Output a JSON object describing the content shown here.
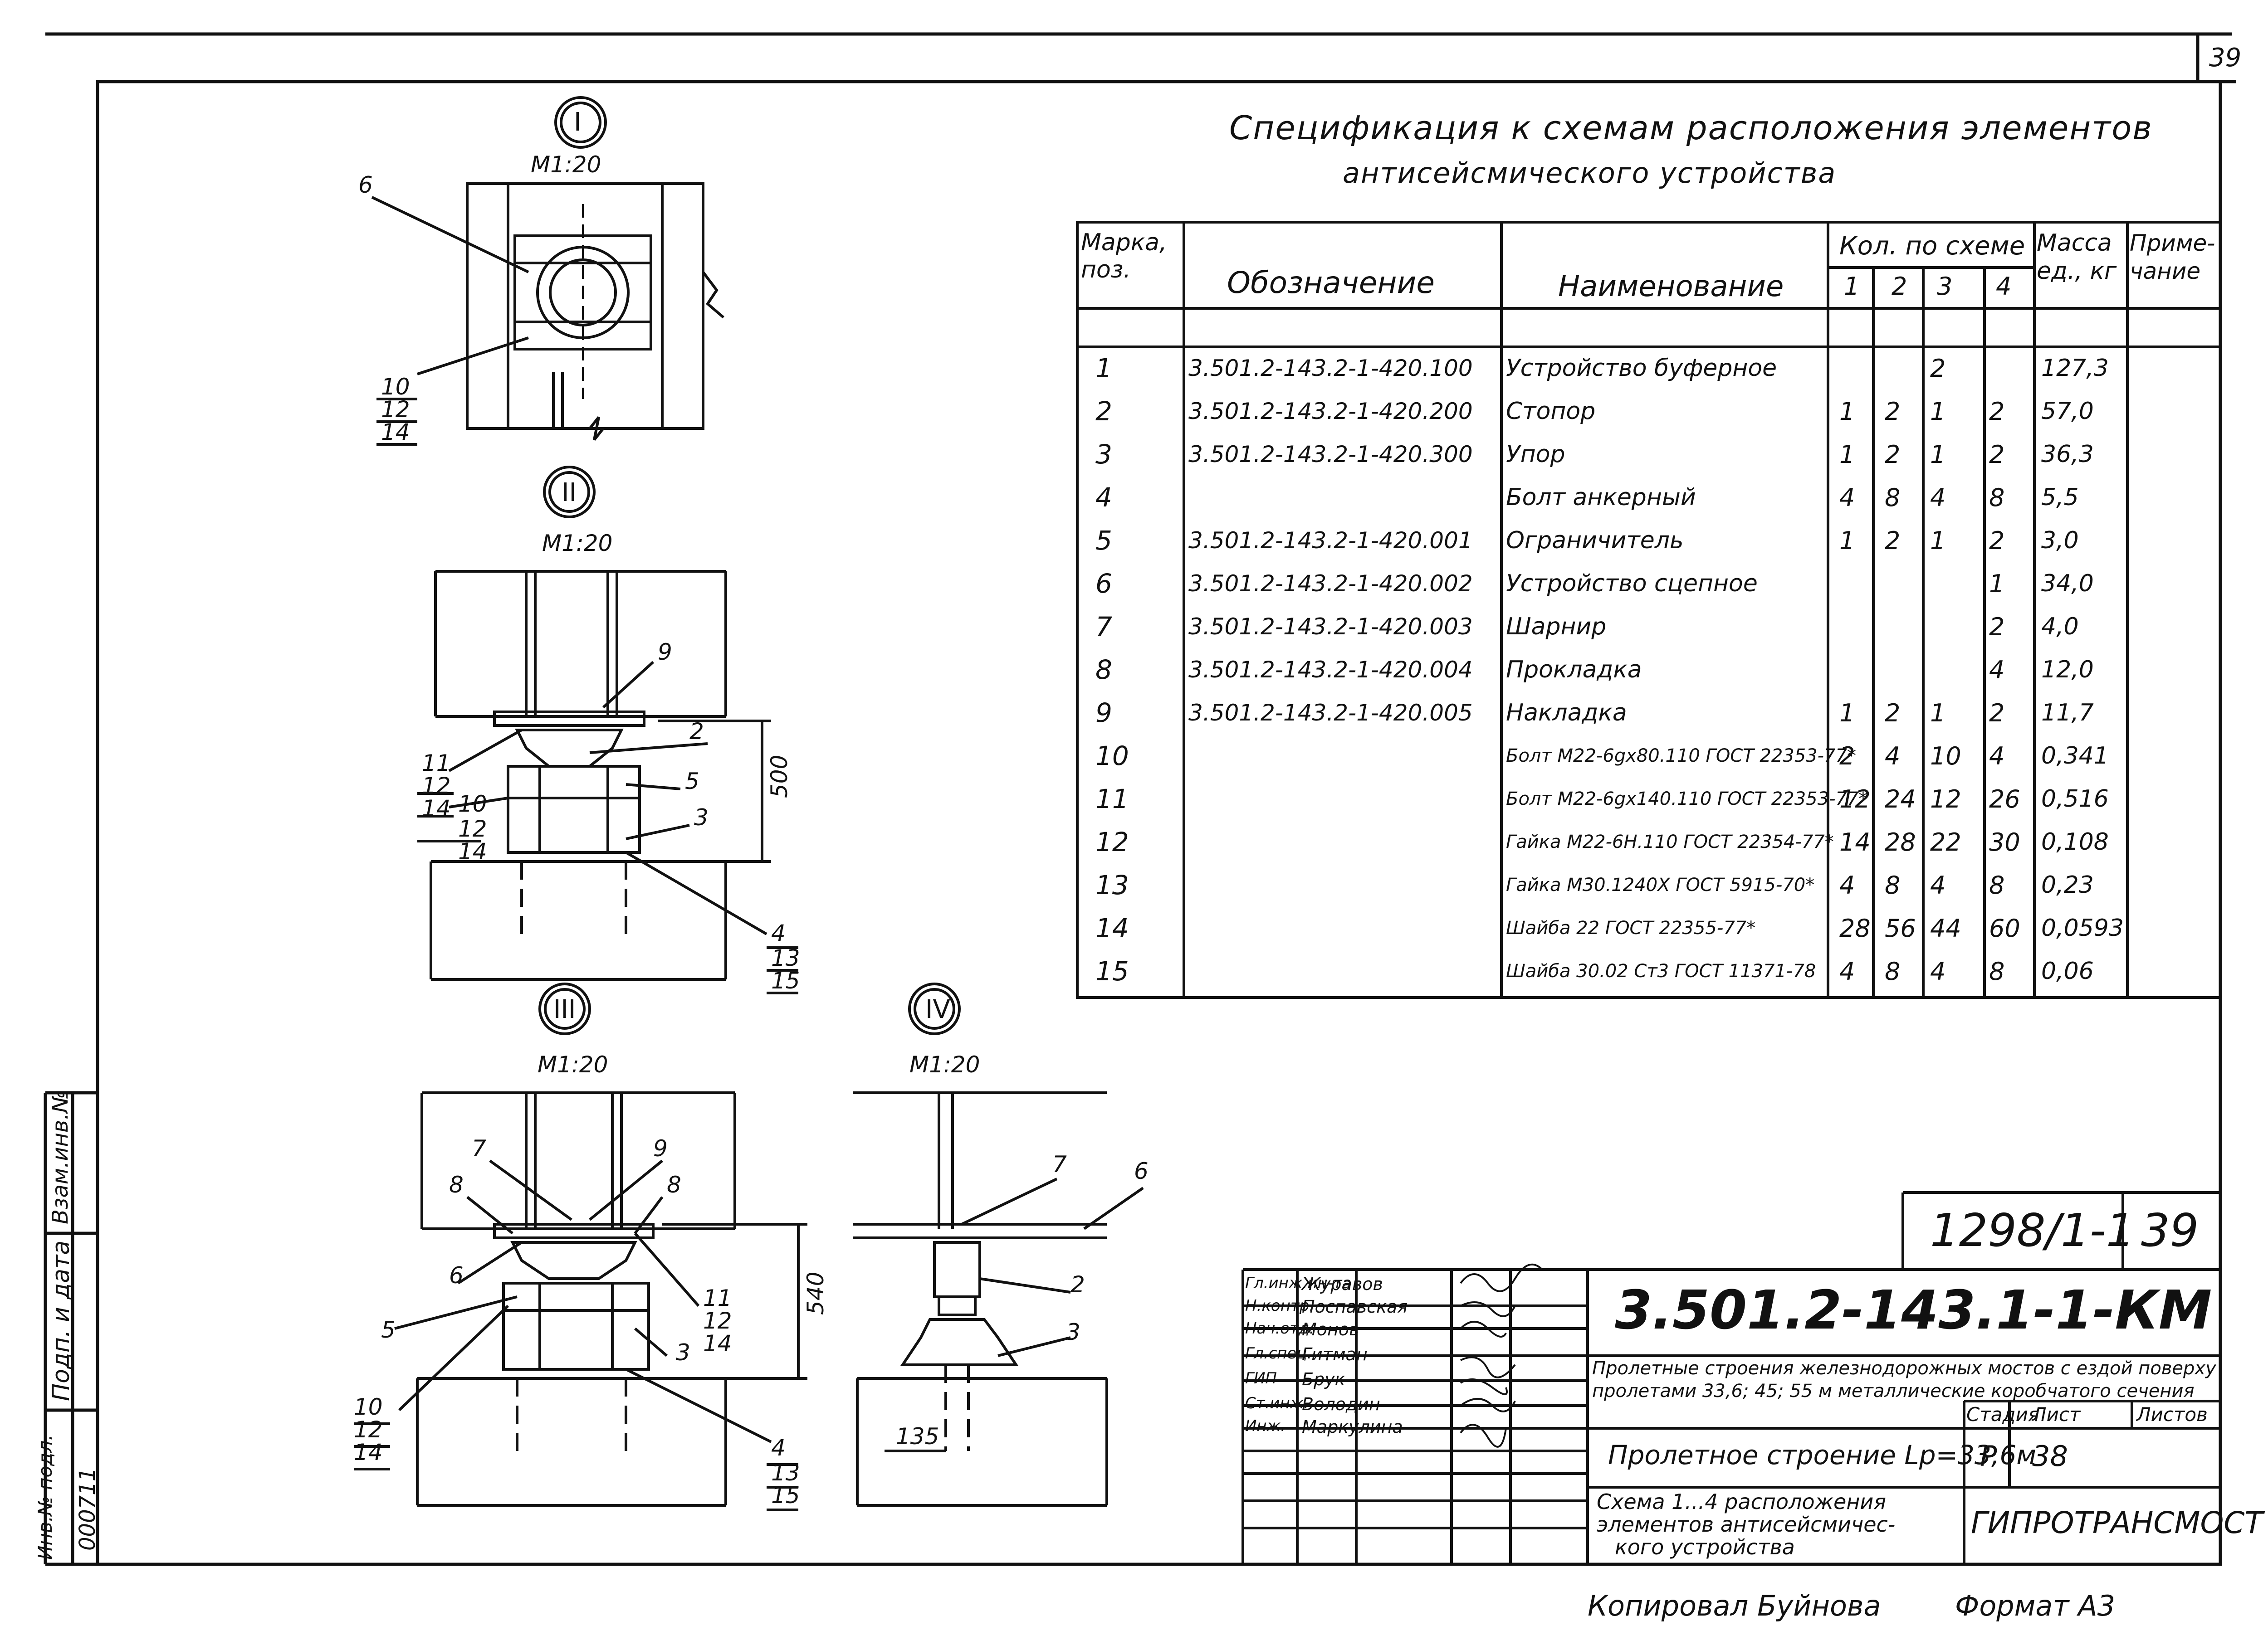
{
  "page_number": "39",
  "spec_title_line1": "Спецификация к схемам расположения элементов",
  "spec_title_line2": "антисейсмического устройства",
  "table": {
    "headers": {
      "mark": "Марка, поз.",
      "designation": "Обозначение",
      "name": "Наименование",
      "qty": "Кол. по схеме",
      "qty_cols": [
        "1",
        "2",
        "3",
        "4"
      ],
      "mass": "Масса ед., кг",
      "note": "Приме- чание"
    },
    "rows": [
      {
        "mark": "1",
        "designation": "3.501.2-143.2-1-420.100",
        "name": "Устройство буферное",
        "q1": "",
        "q2": "",
        "q3": "2",
        "q4": "",
        "mass": "127,3"
      },
      {
        "mark": "2",
        "designation": "3.501.2-143.2-1-420.200",
        "name": "Стопор",
        "q1": "1",
        "q2": "2",
        "q3": "1",
        "q4": "2",
        "mass": "57,0"
      },
      {
        "mark": "3",
        "designation": "3.501.2-143.2-1-420.300",
        "name": "Упор",
        "q1": "1",
        "q2": "2",
        "q3": "1",
        "q4": "2",
        "mass": "36,3"
      },
      {
        "mark": "4",
        "designation": "",
        "name": "Болт анкерный",
        "q1": "4",
        "q2": "8",
        "q3": "4",
        "q4": "8",
        "mass": "5,5"
      },
      {
        "mark": "5",
        "designation": "3.501.2-143.2-1-420.001",
        "name": "Ограничитель",
        "q1": "1",
        "q2": "2",
        "q3": "1",
        "q4": "2",
        "mass": "3,0"
      },
      {
        "mark": "6",
        "designation": "3.501.2-143.2-1-420.002",
        "name": "Устройство сцепное",
        "q1": "",
        "q2": "",
        "q3": "",
        "q4": "1",
        "mass": "34,0"
      },
      {
        "mark": "7",
        "designation": "3.501.2-143.2-1-420.003",
        "name": "Шарнир",
        "q1": "",
        "q2": "",
        "q3": "",
        "q4": "2",
        "mass": "4,0"
      },
      {
        "mark": "8",
        "designation": "3.501.2-143.2-1-420.004",
        "name": "Прокладка",
        "q1": "",
        "q2": "",
        "q3": "",
        "q4": "4",
        "mass": "12,0"
      },
      {
        "mark": "9",
        "designation": "3.501.2-143.2-1-420.005",
        "name": "Накладка",
        "q1": "1",
        "q2": "2",
        "q3": "1",
        "q4": "2",
        "mass": "11,7"
      },
      {
        "mark": "10",
        "designation": "",
        "name": "Болт М22-6gх80.110 ГОСТ 22353-77*",
        "q1": "2",
        "q2": "4",
        "q3": "10",
        "q4": "4",
        "mass": "0,341"
      },
      {
        "mark": "11",
        "designation": "",
        "name": "Болт М22-6gх140.110 ГОСТ 22353-77*",
        "q1": "12",
        "q2": "24",
        "q3": "12",
        "q4": "26",
        "mass": "0,516"
      },
      {
        "mark": "12",
        "designation": "",
        "name": "Гайка М22-6Н.110 ГОСТ 22354-77*",
        "q1": "14",
        "q2": "28",
        "q3": "22",
        "q4": "30",
        "mass": "0,108"
      },
      {
        "mark": "13",
        "designation": "",
        "name": "Гайка М30.1240Х ГОСТ 5915-70*",
        "q1": "4",
        "q2": "8",
        "q3": "4",
        "q4": "8",
        "mass": "0,23"
      },
      {
        "mark": "14",
        "designation": "",
        "name": "Шайба 22 ГОСТ 22355-77*",
        "q1": "28",
        "q2": "56",
        "q3": "44",
        "q4": "60",
        "mass": "0,0593"
      },
      {
        "mark": "15",
        "designation": "",
        "name": "Шайба 30.02 Ст3 ГОСТ 11371-78",
        "q1": "4",
        "q2": "8",
        "q3": "4",
        "q4": "8",
        "mass": "0,06"
      }
    ]
  },
  "drawings": {
    "scale": "М1:20",
    "view_labels": [
      "I",
      "II",
      "III",
      "IV"
    ],
    "callouts_I": [
      "6",
      "10",
      "12",
      "14"
    ],
    "callouts_II": [
      "9",
      "2",
      "11",
      "12",
      "14",
      "5",
      "10",
      "12",
      "14",
      "3",
      "4",
      "13",
      "15"
    ],
    "dim_II": "500",
    "callouts_III": [
      "7",
      "9",
      "8",
      "8",
      "6",
      "11",
      "12",
      "14",
      "5",
      "3",
      "10",
      "12",
      "14",
      "4",
      "13",
      "15"
    ],
    "dim_III": "540",
    "callouts_IV": [
      "7",
      "6",
      "2",
      "3"
    ],
    "dim_IV": "135"
  },
  "title_block": {
    "sheet_code": "1298/1-1",
    "sheet_no_top": "39",
    "doc_code": "3.501.2-143.1-1-КМ",
    "project_line1": "Пролетные строения железнодорожных мостов с ездой поверху",
    "project_line2": "пролетами 33,6; 45; 55 м металлические коробчатого сечения",
    "stage_header": "Стадия",
    "sheet_header": "Лист",
    "sheets_header": "Листов",
    "stage": "Р",
    "sheet": "38",
    "subject": "Пролетное строение Lр=33,6м",
    "drawing_name_line1": "Схема 1...4 расположения",
    "drawing_name_line2": "элементов антисейсмичес-",
    "drawing_name_line3": "кого устройства",
    "org": "Гипротрансмост",
    "signatures": [
      {
        "role": "Гл.инж.ин-та",
        "name": "Журавов"
      },
      {
        "role": "Н.контр.",
        "name": "Поспавская"
      },
      {
        "role": "Нач.отд.",
        "name": "Монов"
      },
      {
        "role": "Гл.спец.",
        "name": "Гитман"
      },
      {
        "role": "ГИП",
        "name": "Брук"
      },
      {
        "role": "Ст.инж.",
        "name": "Володин"
      },
      {
        "role": "Инж.",
        "name": "Маркулина"
      }
    ]
  },
  "side_stamp": {
    "inv_label": "Инв.№ подл.",
    "sign_label": "Подп. и дата",
    "replace_label": "Взам.инв.№",
    "inv_no": "000711"
  },
  "footer": {
    "copied_by": "Копировал Буйнова",
    "format": "Формат А3"
  }
}
